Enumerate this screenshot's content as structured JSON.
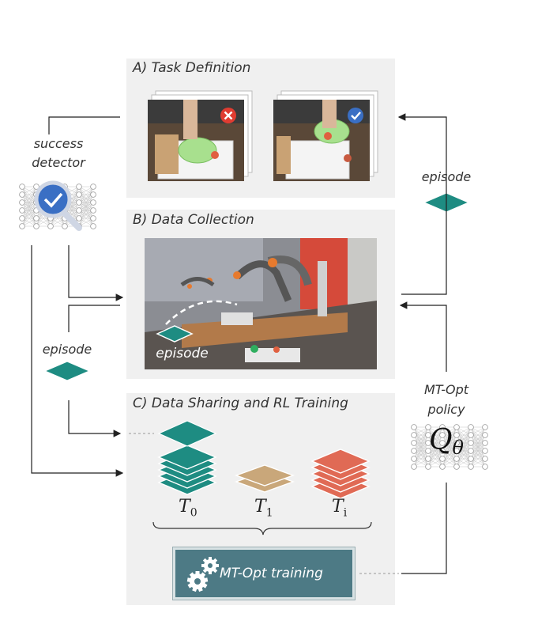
{
  "panels": {
    "a_title": "A) Task Definition",
    "b_title": "B) Data Collection",
    "c_title": "C) Data Sharing and RL Training"
  },
  "labels": {
    "success_detector_line1": "success",
    "success_detector_line2": "detector",
    "episode_right": "episode",
    "episode_left": "episode",
    "episode_photo": "episode",
    "policy_line1": "MT-Opt",
    "policy_line2": "policy",
    "q_symbol": "Q",
    "q_sub": "θ",
    "training": "MT-Opt training"
  },
  "datasets": [
    {
      "symbol": "T",
      "sub": "0",
      "color": "#1e8c82"
    },
    {
      "symbol": "T",
      "sub": "1",
      "color": "#c9a77a"
    },
    {
      "symbol": "T",
      "sub": "i",
      "color": "#e06a55"
    }
  ],
  "icons": {
    "fail": "cross-badge-icon",
    "success": "check-badge-icon",
    "detector": "magnifier-check-icon",
    "training": "gears-icon"
  },
  "colors": {
    "teal": "#1e8c82",
    "tan": "#c9a77a",
    "coral": "#e06a55",
    "panel": "#f0f0f0",
    "train_box": "#4d7a85",
    "fail_red": "#e03c31",
    "check_blue": "#3a6fc4"
  }
}
